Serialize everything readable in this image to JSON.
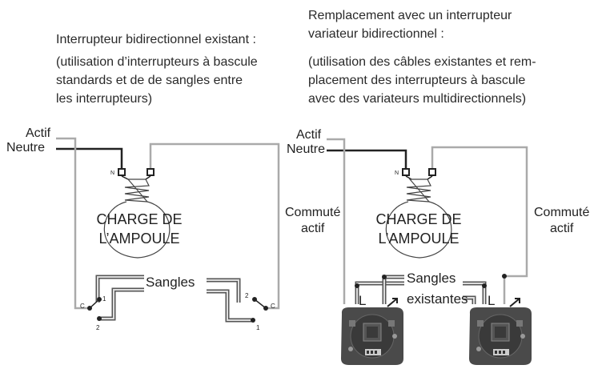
{
  "left": {
    "heading": "Interrupteur bidirectionnel existant :",
    "description": "(utilisation d’interrupteurs à bascule\nstandards et de de sangles entre\nles interrupteurs)",
    "actif": "Actif",
    "neutre": "Neutre",
    "load": "CHARGE DE\nL’AMPOULE",
    "commute": "Commuté\nactif",
    "sangles": "Sangles",
    "n_terminal": "N",
    "switch_c": "C",
    "switch_1": "1",
    "switch_2": "2"
  },
  "right": {
    "heading": "Remplacement avec un interrupteur\nvariateur bidirectionnel :",
    "description": "(utilisation des câbles existantes et rem-\nplacement des interrupteurs à bascule\navec des variateurs multidirectionnels)",
    "actif": "Actif",
    "neutre": "Neutre",
    "load": "CHARGE DE\nL’AMPOULE",
    "commute": "Commuté\nactif",
    "sangles": "Sangles",
    "existantes": "existantes",
    "terminal_l": "L",
    "n_terminal": "N"
  },
  "colors": {
    "neutral_wire": "#222222",
    "active_wire": "#aaaaaa",
    "dimmer_body": "#4a4a4a"
  },
  "icons": {
    "bulb": "bulb-icon",
    "dimmer": "dimmer-module-icon",
    "arrow": "load-arrow-icon"
  }
}
